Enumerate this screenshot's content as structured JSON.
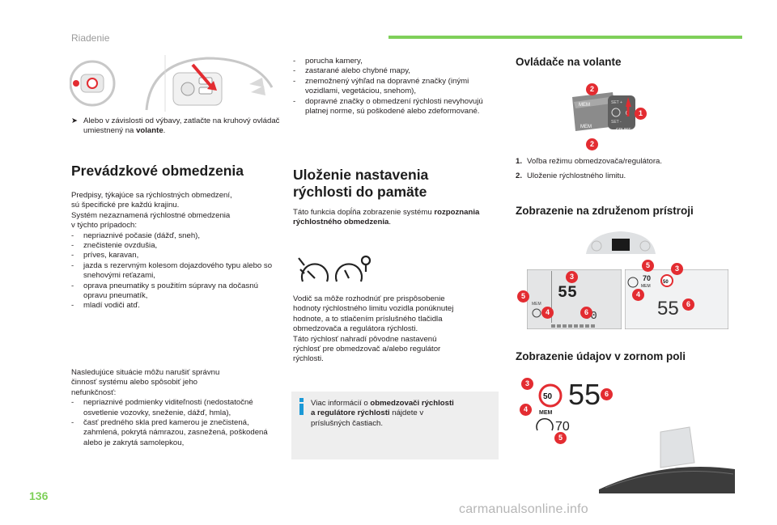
{
  "header": {
    "section": "Riadenie"
  },
  "page_number": "136",
  "watermark": "carmanualsonline.info",
  "col1": {
    "note": "Alebo v závislosti od výbavy, zatlačte na kruhový ovládač umiestnený na ",
    "note_bold": "volante",
    "note_end": ".",
    "title": "Prevádzkové obmedzenia",
    "para1_lines": [
      "Predpisy, týkajúce sa rýchlostných obmedzení,",
      "sú špecifické pre každú krajinu.",
      "Systém nezaznamená rýchlostné obmedzenia",
      "v týchto prípadoch:"
    ],
    "list1": [
      "nepriaznivé počasie (dážď, sneh),",
      "znečistenie ovzdušia,",
      "príves, karavan,",
      "jazda s rezervným kolesom dojazdového typu alebo so snehovými reťazami,",
      "oprava pneumatiky s použitím súpravy na dočasnú opravu pneumatík,",
      "mladí vodiči atď."
    ],
    "para2_lines": [
      "Nasledujúce situácie môžu narušiť správnu",
      "činnosť systému alebo spôsobiť jeho",
      "nefunkčnosť:"
    ],
    "list2": [
      "nepriaznivé podmienky viditeľnosti (nedostatočné osvetlenie vozovky, sneženie, dážď, hmla),",
      "časť predného skla pred kamerou je znečistená, zahmlená, pokrytá námrazou, zasnežená, poškodená alebo je zakrytá samolepkou,"
    ]
  },
  "col2": {
    "list": [
      "porucha kamery,",
      "zastarané alebo chybné mapy,",
      "znemožnený výhľad na dopravné značky (inými vozidlami, vegetáciou, snehom),",
      "dopravné značky o obmedzení rýchlosti nevyhovujú platnej norme, sú poškodené alebo zdeformované."
    ],
    "title_line1": "Uloženie nastavenia",
    "title_line2": "rýchlosti do pamäte",
    "intro": "Táto funkcia dopĺňa zobrazenie systému ",
    "intro_bold": "rozpoznania rýchlostného obmedzenia",
    "intro_end": ".",
    "para_lines": [
      "Vodič sa môže rozhodnúť pre prispôsobenie",
      "hodnoty rýchlostného limitu vozidla ponúknutej",
      "hodnote, a to stlačením príslušného tlačidla",
      "obmedzovača a regulátora rýchlosti.",
      "Táto rýchlosť nahradí pôvodne nastavenú",
      "rýchlosť pre obmedzovač a/alebo regulátor",
      "rýchlosti."
    ],
    "info": {
      "prefix": "Viac informácií o ",
      "bold1": "obmedzovači rýchlosti",
      "bold2": "a regulátore rýchlosti",
      "rest1": " nájdete v",
      "rest2": "príslušných častiach."
    }
  },
  "col3": {
    "title1": "Ovládače na volante",
    "items": [
      {
        "num": "1.",
        "text": "Voľba režimu obmedzovača/regulátora."
      },
      {
        "num": "2.",
        "text": "Uloženie rýchlostného limitu."
      }
    ],
    "title2": "Zobrazenie na združenom prístroji",
    "title3": "Zobrazenie údajov v zornom poli",
    "stalk_labels": {
      "mem_top": "MEM",
      "mem_bottom": "MEM",
      "set_plus": "SET +",
      "set_minus": "SET -",
      "zero": "0",
      "cruise": "CRUISE"
    },
    "cluster_left": {
      "speed_big": "55",
      "speed_small": "50",
      "mem": "MEM"
    },
    "cluster_right": {
      "limit": "70",
      "sign": "50",
      "mem": "MEM",
      "speed": "55"
    },
    "hud": {
      "sign": "50",
      "mem": "MEM",
      "speed": "55",
      "limit": "70"
    },
    "callouts": [
      "1",
      "2",
      "3",
      "4",
      "5",
      "6"
    ]
  },
  "colors": {
    "accent_green": "#7fd05a",
    "callout_red": "#e32c31",
    "info_blue": "#1b99d6"
  }
}
